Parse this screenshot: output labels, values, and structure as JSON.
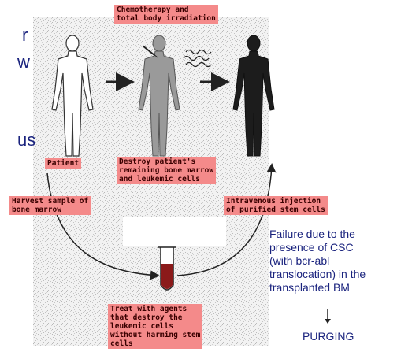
{
  "labels": {
    "chemo": "Chemotherapy and\ntotal body irradiation",
    "patient": "Patient",
    "destroy": "Destroy patient's\nremaining bone marrow\nand leukemic cells",
    "harvest": "Harvest sample of\nbone marrow",
    "injection": "Intravenous injection\nof purified stem cells",
    "treat": "Treat with agents\nthat destroy the\nleukemic cells\nwithout harming stem\ncells"
  },
  "side": {
    "failure": "Failure due to the\npresence of CSC\n(with bcr-abl\ntranslocation) in the\ntransplanted BM",
    "purging": "PURGING"
  },
  "fragments": {
    "f1": "r",
    "f2": "w",
    "f3": "us"
  },
  "colors": {
    "label_bg": "#f48a8a",
    "text_blue": "#1a237e",
    "figure_patient": "#ffffff",
    "figure_gray": "#9a9a9a",
    "figure_dark": "#1c1c1c",
    "blood": "#8b1a1a"
  },
  "icons": [
    "human-figure-icon",
    "arrow-right-icon",
    "syringe-icon",
    "radiation-wave-icon",
    "test-tube-icon",
    "arrow-down-icon"
  ]
}
